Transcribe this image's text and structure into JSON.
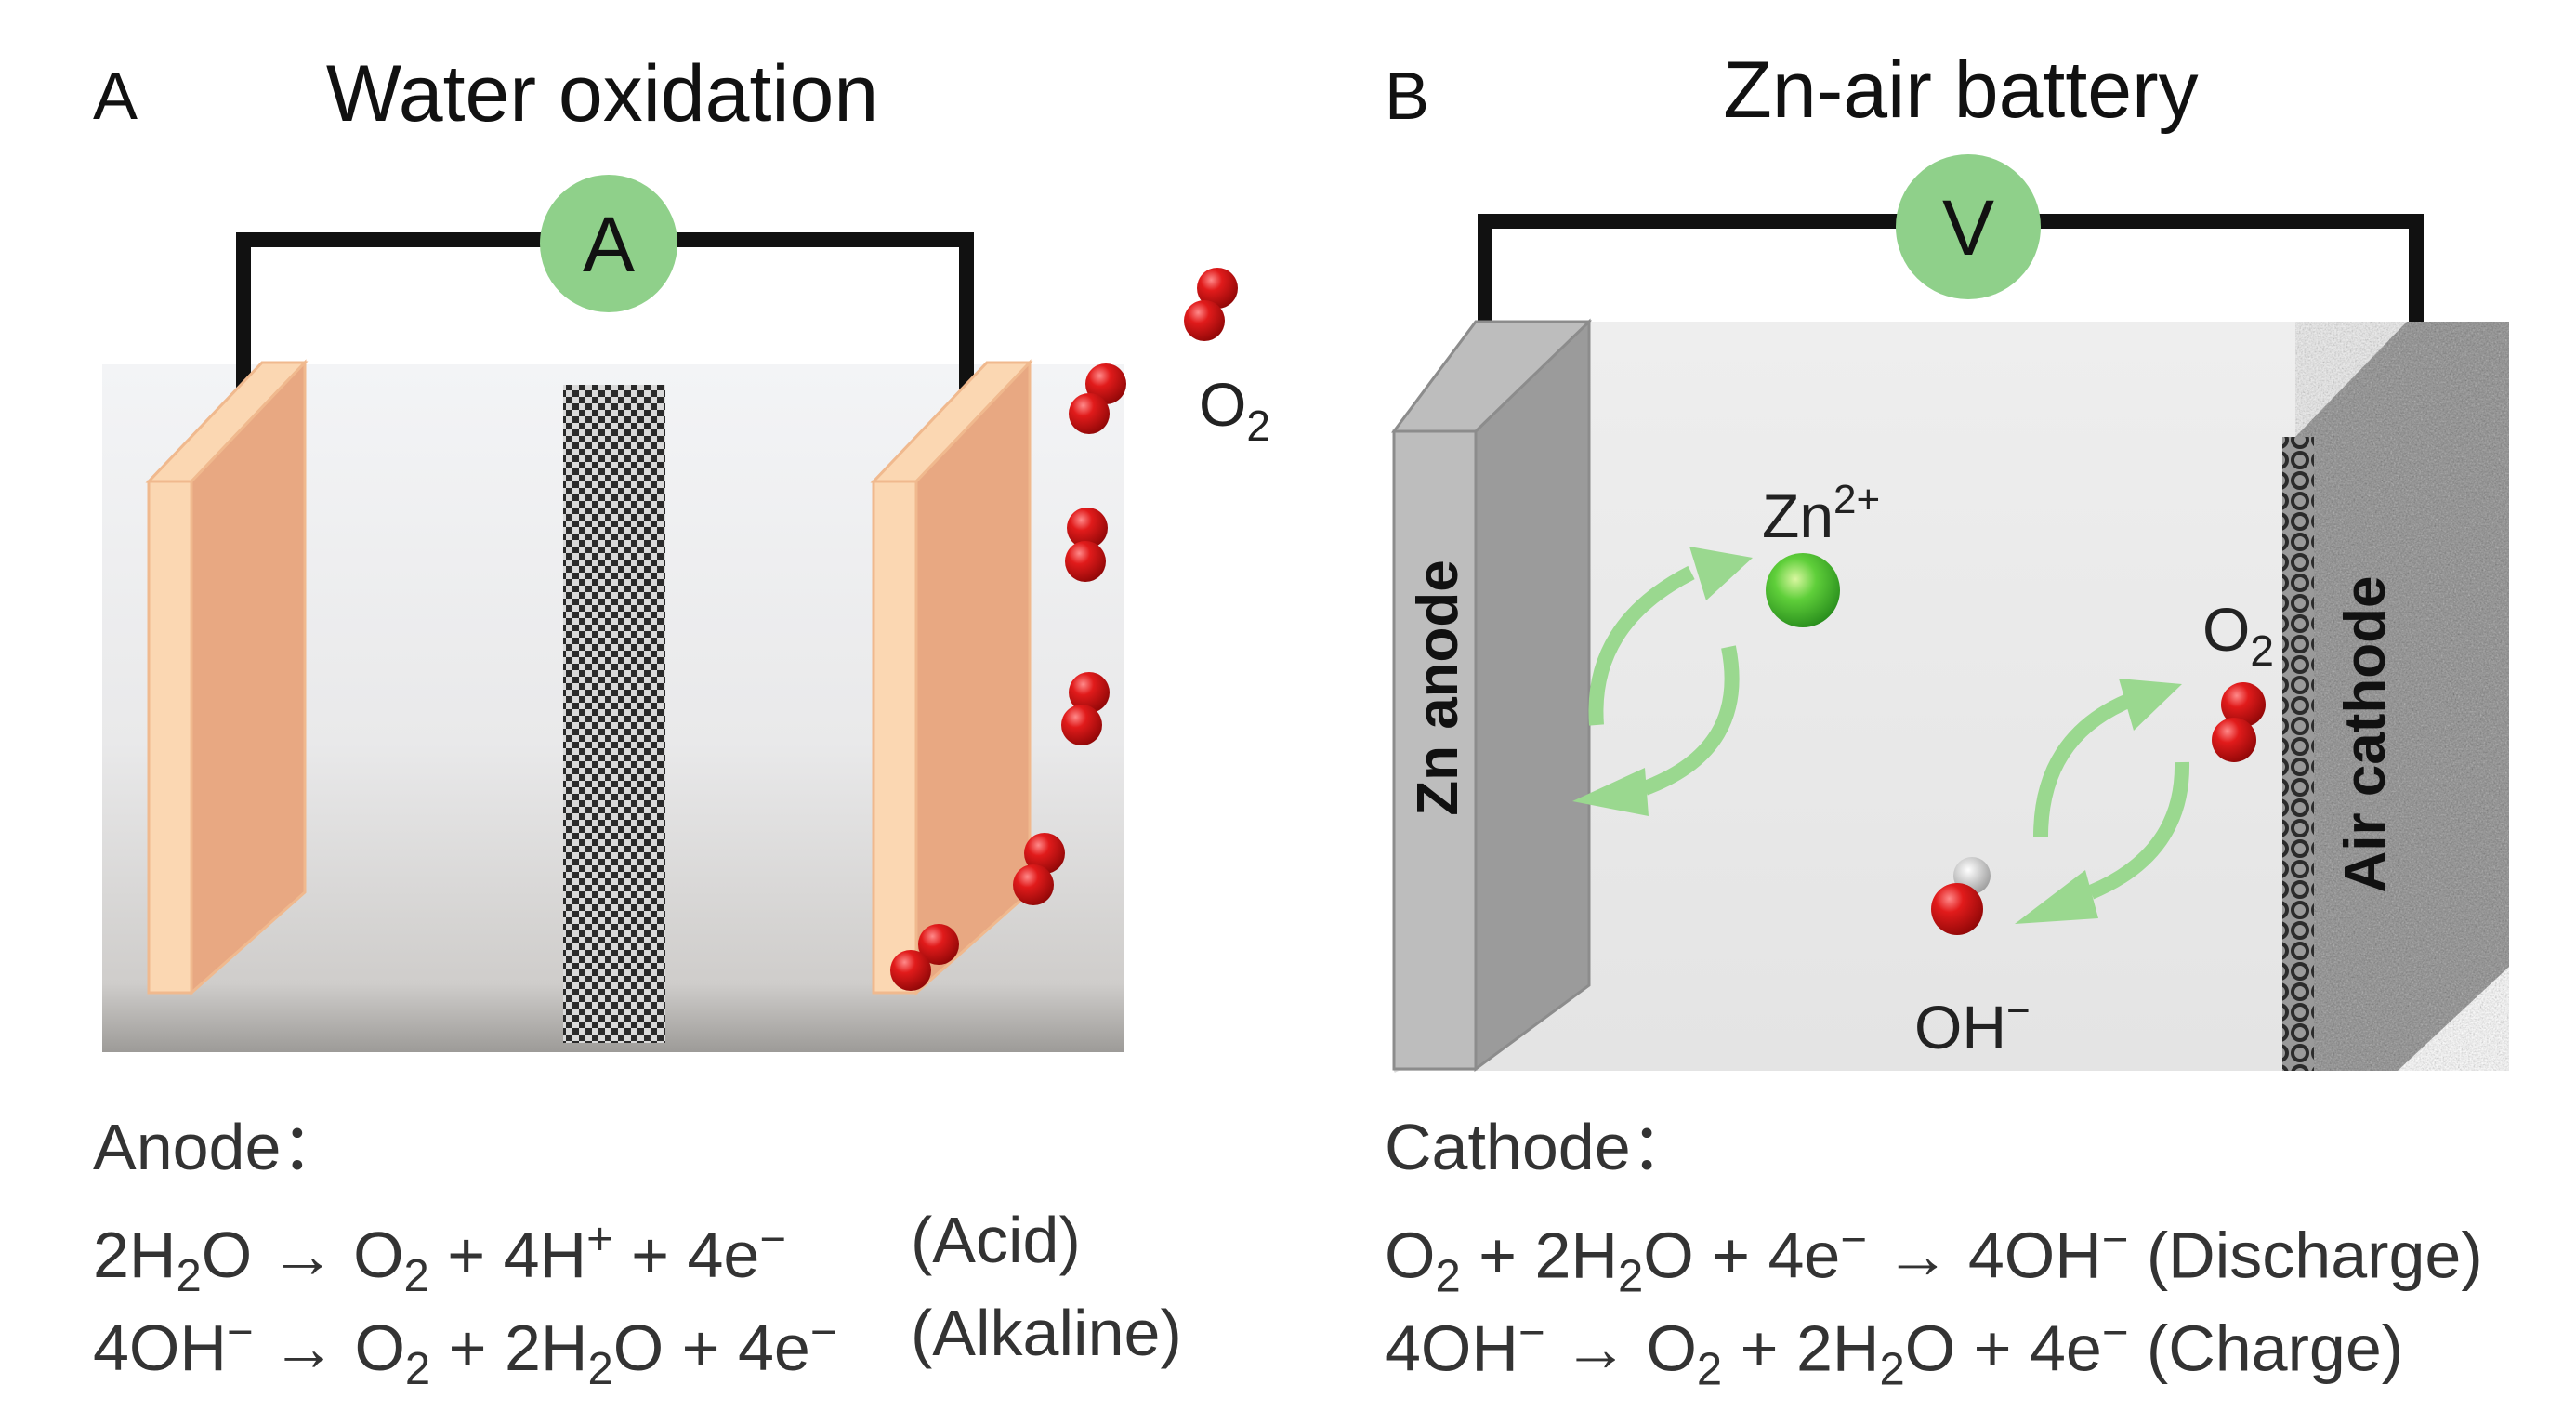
{
  "panel_a": {
    "letter": "A",
    "title": "Water oxidation",
    "meter_label": "A",
    "o2_label": "O",
    "o2_sub": "2",
    "section_label": "Anode：",
    "equations": [
      {
        "parts": [
          [
            "t",
            "2H"
          ],
          [
            "sub",
            "2"
          ],
          [
            "t",
            "O → O"
          ],
          [
            "sub",
            "2"
          ],
          [
            "t",
            " + 4H"
          ],
          [
            "sup",
            "+"
          ],
          [
            "t",
            " + 4e"
          ],
          [
            "sup",
            "−"
          ]
        ],
        "condition": "(Acid)"
      },
      {
        "parts": [
          [
            "t",
            "4OH"
          ],
          [
            "sup",
            "−"
          ],
          [
            "t",
            " → O"
          ],
          [
            "sub",
            "2"
          ],
          [
            "t",
            " + 2H"
          ],
          [
            "sub",
            "2"
          ],
          [
            "t",
            "O + 4e"
          ],
          [
            "sup",
            "−"
          ]
        ],
        "condition": "(Alkaline)"
      }
    ]
  },
  "panel_b": {
    "letter": "B",
    "title": "Zn-air battery",
    "meter_label": "V",
    "anode_label": "Zn anode",
    "cathode_label": "Air cathode",
    "zn_ion_label": "Zn",
    "zn_ion_sup": "2+",
    "o2_label": "O",
    "o2_sub": "2",
    "oh_label": "OH",
    "oh_sup": "−",
    "section_label": "Cathode：",
    "equations": [
      {
        "parts": [
          [
            "t",
            "O"
          ],
          [
            "sub",
            "2"
          ],
          [
            "t",
            " + 2H"
          ],
          [
            "sub",
            "2"
          ],
          [
            "t",
            "O + 4e"
          ],
          [
            "sup",
            "−"
          ],
          [
            "t",
            " → 4OH"
          ],
          [
            "sup",
            "−"
          ],
          [
            "t",
            " (Discharge)"
          ]
        ]
      },
      {
        "parts": [
          [
            "t",
            "4OH"
          ],
          [
            "sup",
            "−"
          ],
          [
            "t",
            " → O"
          ],
          [
            "sub",
            "2"
          ],
          [
            "t",
            " + 2H"
          ],
          [
            "sub",
            "2"
          ],
          [
            "t",
            "O + 4e"
          ],
          [
            "sup",
            "−"
          ],
          [
            "t",
            " (Charge)"
          ]
        ]
      }
    ]
  },
  "colors": {
    "meter_green": "#8fd08a",
    "electrode_front": "#f6c9a0",
    "electrode_face": "#e6a57f",
    "oxygen_red": "#d41414",
    "zinc_ion_green": "#4cbf3a",
    "arrow_green": "#9ad88f",
    "wire": "#111111"
  }
}
